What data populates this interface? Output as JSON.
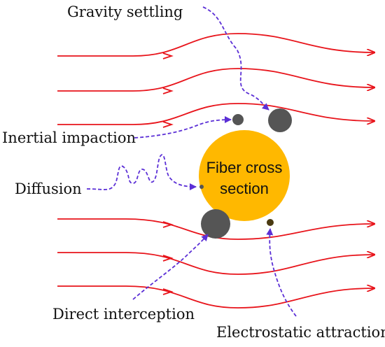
{
  "labels": {
    "gravity": "Gravity settling",
    "inertial": "Inertial impaction",
    "diffusion": "Diffusion",
    "interception": "Direct interception",
    "electrostatic": "Electrostatic attraction"
  },
  "fiber": {
    "line1": "Fiber cross",
    "line2": "section"
  },
  "colors": {
    "fiber": "#FFB800",
    "streamline": "#E8141B",
    "path": "#5B2FD6",
    "particle_dark": "#555555",
    "particle_brown": "#4A3A12"
  }
}
